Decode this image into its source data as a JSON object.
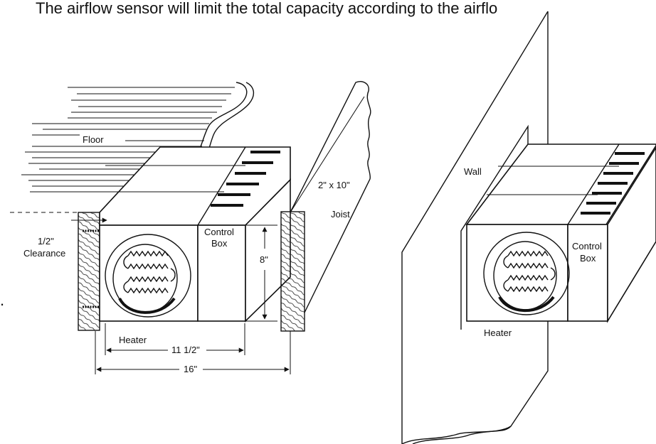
{
  "header_text": "The airflow sensor will limit the total capacity according to the airflo",
  "left_fig": {
    "floor_label": "Floor",
    "clearance_value": "1/2\"",
    "clearance_label": "Clearance",
    "control_box_line1": "Control",
    "control_box_line2": "Box",
    "height_dim": "8\"",
    "joist_size": "2\" x 10\"",
    "joist_label": "Joist",
    "heater_label": "Heater",
    "width_dim": "11 1/2\"",
    "span_dim": "16\""
  },
  "right_fig": {
    "wall_label": "Wall",
    "control_box_line1": "Control",
    "control_box_line2": "Box",
    "heater_label": "Heater"
  },
  "margin_mark": "."
}
